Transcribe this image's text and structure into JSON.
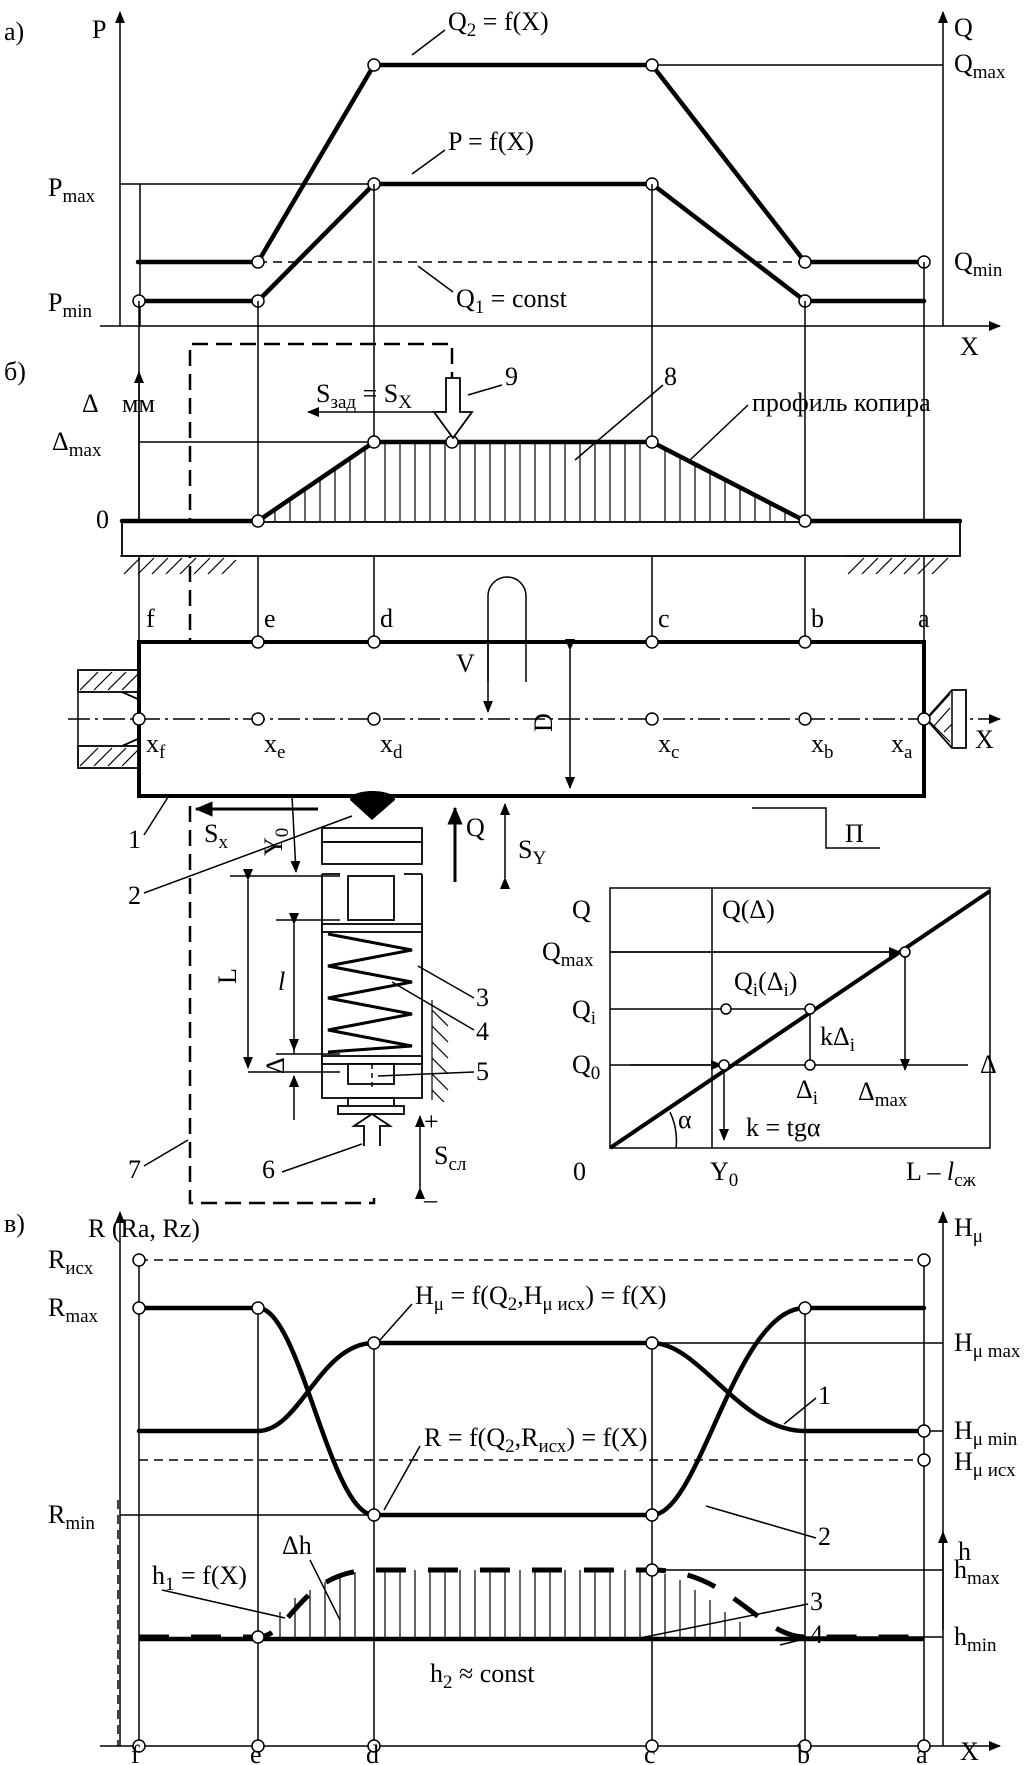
{
  "panel_a": {
    "label": "а)",
    "axis_left": "P",
    "axis_right": "Q",
    "axis_x": "X",
    "p_max": "P",
    "p_max_sub": "max",
    "p_min": "P",
    "p_min_sub": "min",
    "q_max": "Q",
    "q_max_sub": "max",
    "q_min": "Q",
    "q_min_sub": "min",
    "curve_q2": "Q",
    "curve_q2_sub": "2",
    "curve_q2_rest": " = f(X)",
    "curve_p": "P = f(X)",
    "curve_q1": "Q",
    "curve_q1_sub": "1",
    "curve_q1_rest": " = const"
  },
  "panel_b": {
    "label": "б)",
    "axis_delta": "Δ",
    "unit": "мм",
    "delta_max": "Δ",
    "delta_max_sub": "max",
    "zero": "0",
    "feed": "S",
    "feed_sub": "зад",
    "feed_rest": " = S",
    "feed_rest_sub": "X",
    "copier_profile": "профиль копира",
    "num_9": "9",
    "num_8": "8",
    "points": [
      "f",
      "e",
      "d",
      "c",
      "b",
      "a"
    ],
    "coord_base": "x",
    "coord_subs": [
      "f",
      "e",
      "d",
      "c",
      "b",
      "a"
    ],
    "axis_x": "X",
    "speed": "V",
    "diameter": "D",
    "num_1": "1",
    "num_2": "2",
    "num_3": "3",
    "num_4": "4",
    "num_5": "5",
    "num_6": "6",
    "num_7": "7",
    "part_label": "П",
    "sx": "S",
    "sx_sub": "x",
    "y0": "Y",
    "y0_sub": "0",
    "force_q": "Q",
    "sy": "S",
    "sy_sub": "Y",
    "len_L": "L",
    "len_l": "l",
    "len_delta": "Δ",
    "s_sl": "S",
    "s_sl_sub": "сл",
    "plus": "+",
    "minus": "–"
  },
  "inset": {
    "q": "Q",
    "q_delta": "Q(Δ)",
    "q_max": "Q",
    "q_max_sub": "max",
    "qi_delta": "Q",
    "qi_delta_sub": "i",
    "qi_delta_mid": "(Δ",
    "qi_delta_sub2": "i",
    "qi_delta_end": ")",
    "qi": "Q",
    "qi_sub": "i",
    "k_delta": "kΔ",
    "k_delta_sub": "i",
    "q0": "Q",
    "q0_sub": "0",
    "delta_i": "Δ",
    "delta_i_sub": "i",
    "delta_max": "Δ",
    "delta_max_sub": "max",
    "delta": "Δ",
    "alpha": "α",
    "k_eq": "k = tgα",
    "origin": "0",
    "y0": "Y",
    "y0_sub": "0",
    "l_end": "L – ",
    "l_end_l": "l",
    "l_end_sub": "сж"
  },
  "panel_v": {
    "label": "в)",
    "axis_left": "R",
    "axis_left_rest": " (Ra, Rz)",
    "axis_right": "H",
    "axis_right_sub": "μ",
    "r_isx": "R",
    "r_isx_sub": "исх",
    "r_max": "R",
    "r_max_sub": "max",
    "r_min": "R",
    "r_min_sub": "min",
    "h_mu_curve": "H",
    "h_mu_curve_sub": "μ",
    "h_mu_curve_rest": " = f(Q",
    "h_mu_curve_sub2": "2",
    "h_mu_curve_rest2": ",H",
    "h_mu_curve_sub3": "μ исх",
    "h_mu_curve_rest3": ") = f(X)",
    "r_curve": "R = f(Q",
    "r_curve_sub": "2",
    "r_curve_rest": ",R",
    "r_curve_sub2": "исх",
    "r_curve_rest2": ") = f(X)",
    "h_mu_max": "H",
    "h_mu_max_sub": "μ max",
    "h_mu_min": "H",
    "h_mu_min_sub": "μ min",
    "h_mu_isx": "H",
    "h_mu_isx_sub": "μ исх",
    "num_1": "1",
    "num_2": "2",
    "num_3": "3",
    "num_4": "4",
    "axis_h": "h",
    "h_max": "h",
    "h_max_sub": "max",
    "h_min": "h",
    "h_min_sub": "min",
    "delta_h": "Δh",
    "h1": "h",
    "h1_sub": "1",
    "h1_rest": " = f(X)",
    "h2": "h",
    "h2_sub": "2",
    "h2_rest": " ≈ const",
    "points": [
      "f",
      "e",
      "d",
      "c",
      "b",
      "a"
    ],
    "axis_x": "X"
  }
}
